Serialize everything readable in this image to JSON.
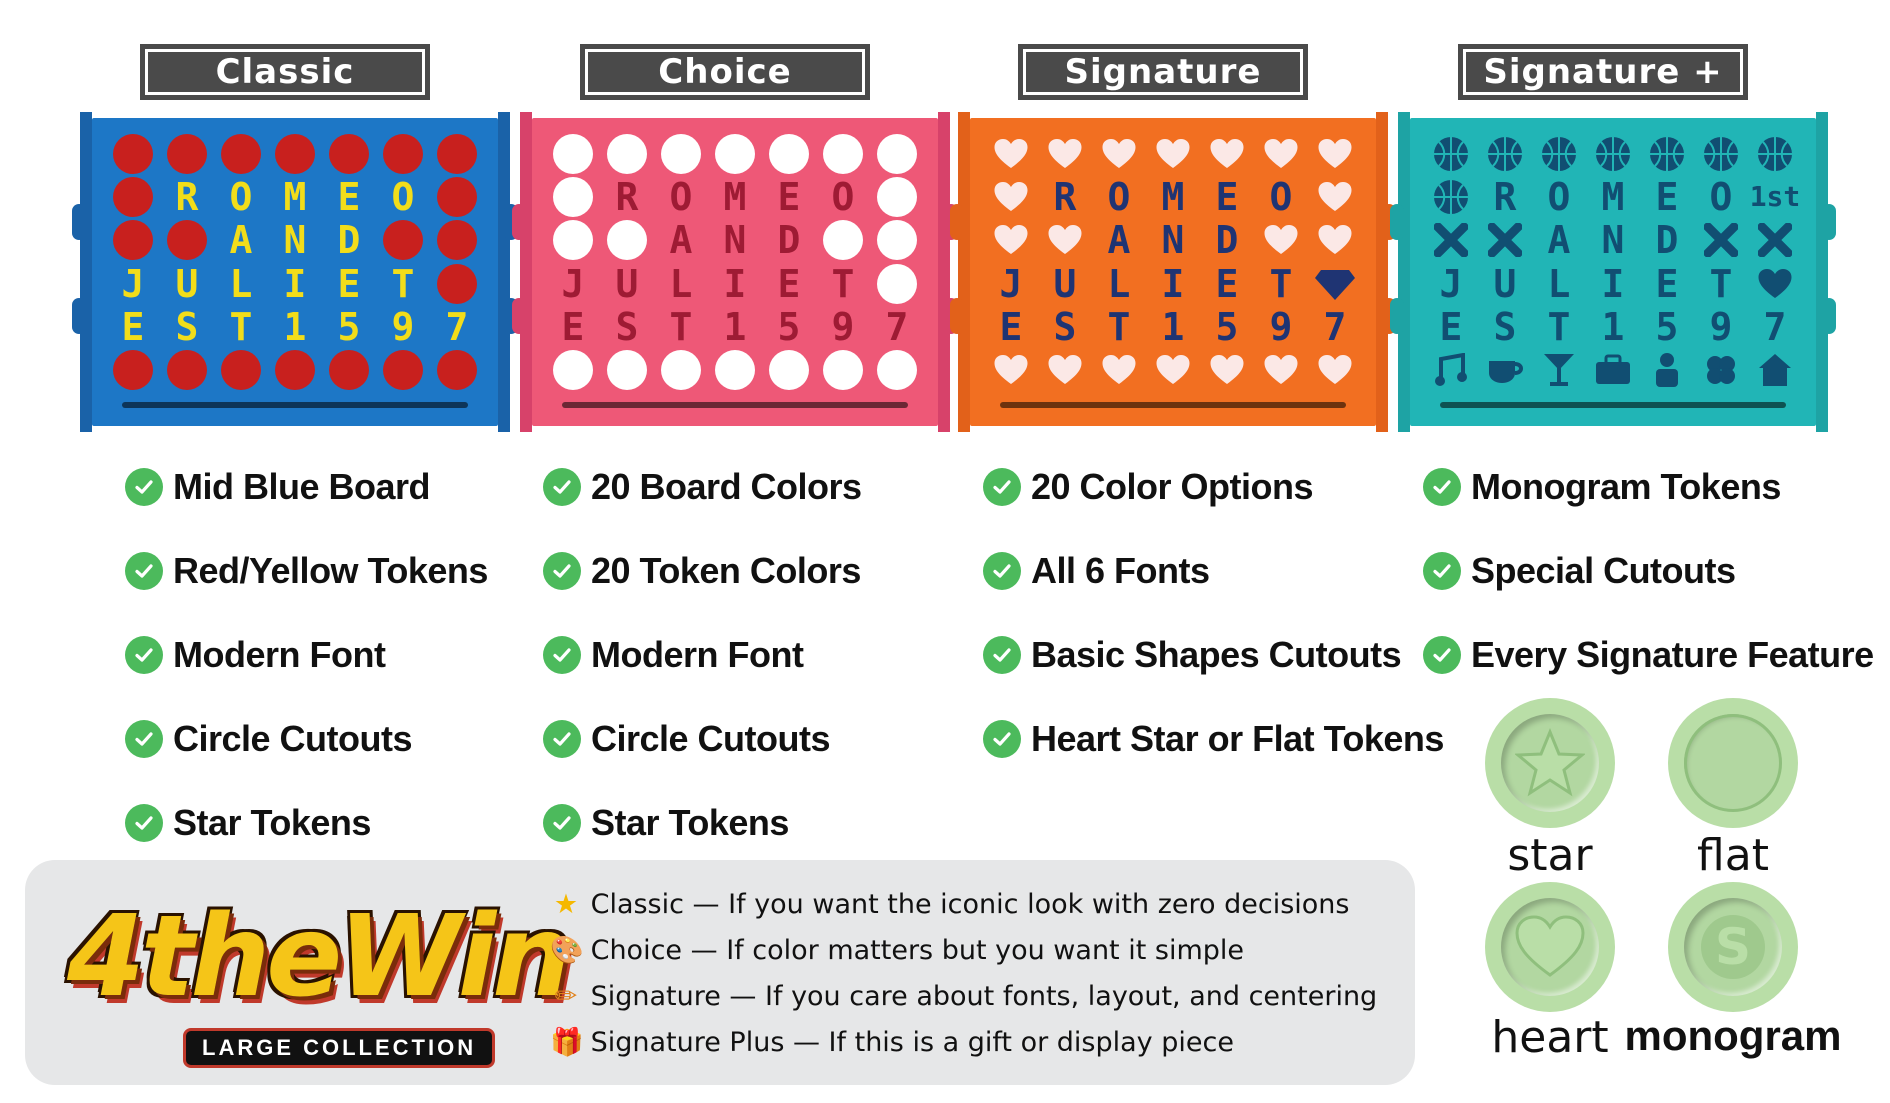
{
  "tiers": [
    {
      "title": "Classic",
      "colors": {
        "board": "#1d77c6",
        "post": "#1a62a8",
        "token": "#c8201e",
        "letter": "#f2dd1a"
      },
      "features": [
        "Mid Blue Board",
        "Red/Yellow Tokens",
        "Modern Font",
        "Circle Cutouts",
        "Star Tokens"
      ]
    },
    {
      "title": "Choice",
      "colors": {
        "board": "#ee5877",
        "post": "#d7426a",
        "token": "#ffffff",
        "letter": "#9e1b34"
      },
      "features": [
        "20 Board Colors",
        "20 Token Colors",
        "Modern Font",
        "Circle Cutouts",
        "Star Tokens"
      ]
    },
    {
      "title": "Signature",
      "colors": {
        "board": "#f26f21",
        "post": "#e2611a",
        "token": "#fbe8e6",
        "letter": "#1f3473"
      },
      "features": [
        "20 Color Options",
        "All 6 Fonts",
        "Basic Shapes Cutouts",
        "Heart Star or Flat Tokens"
      ]
    },
    {
      "title": "Signature +",
      "colors": {
        "board": "#21b5b6",
        "post": "#1ea3a4",
        "token": "#114e72",
        "letter": "#114e72"
      },
      "features": [
        "Monogram Tokens",
        "Special Cutouts",
        "Every Signature Feature"
      ]
    }
  ],
  "board_text": {
    "row2": [
      "R",
      "O",
      "M",
      "E",
      "O"
    ],
    "row3": [
      "A",
      "N",
      "D"
    ],
    "row4": [
      "J",
      "U",
      "L",
      "I",
      "E",
      "T"
    ],
    "row5": [
      "E",
      "S",
      "T",
      "1",
      "5",
      "9",
      "7"
    ],
    "ordinal": "1st"
  },
  "logo": {
    "main": "4theWin",
    "sub": "LARGE COLLECTION"
  },
  "descriptions": [
    {
      "icon": "star-icon",
      "text": "Classic — If you want the iconic look with zero decisions"
    },
    {
      "icon": "palette-icon",
      "text": "Choice — If color matters but you want it simple"
    },
    {
      "icon": "pencil-icon",
      "text": "Signature — If you care about fonts, layout, and centering"
    },
    {
      "icon": "gift-icon",
      "text": "Signature Plus — If this is a gift or display piece"
    }
  ],
  "token_types": [
    {
      "label": "star"
    },
    {
      "label": "flat"
    },
    {
      "label": "heart"
    },
    {
      "label": "monogram"
    }
  ],
  "accent_check": "#4cba5c",
  "token_green": "#b9dea7"
}
